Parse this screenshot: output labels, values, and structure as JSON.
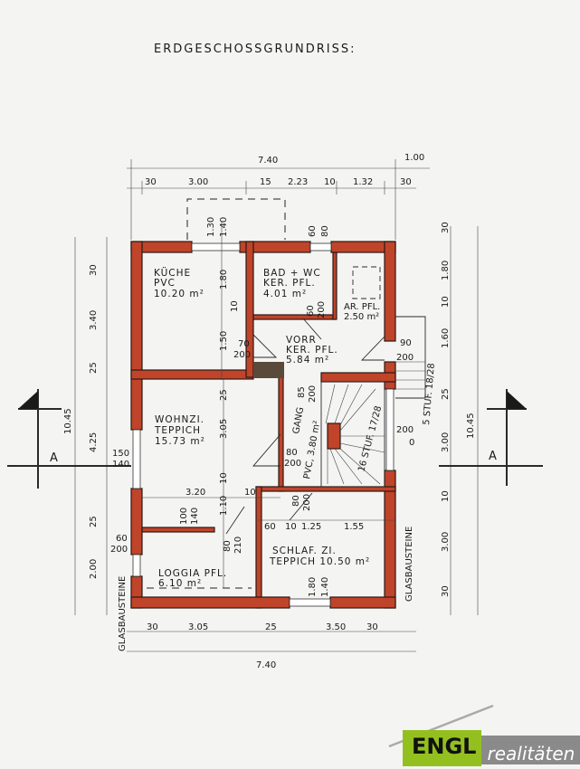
{
  "title": "ERDGESCHOSSGRUNDRISS:",
  "rooms": {
    "kueche": [
      "KÜCHE",
      "PVC",
      "10.20 m²"
    ],
    "bad": [
      "BAD + WC",
      "KER. PFL.",
      "4.01 m²"
    ],
    "abstellraum": [
      "AR. PFL.",
      "2.50 m²"
    ],
    "vorraum": [
      "VORR",
      "KER. PFL.",
      "5.84 m²"
    ],
    "wohnzimmer": [
      "WOHNZI.",
      "TEPPICH",
      "15.73 m²"
    ],
    "gang": [
      "GANG",
      "PVC, 3.80 m²"
    ],
    "schlafzimmer": [
      "SCHLAF. ZI.",
      "TEPPICH 10.50 m²"
    ],
    "loggia": [
      "LOGGIA PFL.",
      "6.10 m²"
    ]
  },
  "stairs": {
    "main": "16 STUF. 17/28",
    "outside": "5 STUF. 18/28"
  },
  "glass_label": "GLASBAUSTEINE",
  "section_mark": "A",
  "dims": {
    "top_total": "7.40",
    "top_extra": "1.00",
    "top": [
      "30",
      "3.00",
      "15",
      "2.23",
      "10",
      "1.32",
      "30"
    ],
    "bottom": [
      "30",
      "3.05",
      "25",
      "3.50",
      "30"
    ],
    "bottom_total": "7.40",
    "left": [
      "30",
      "3.40",
      "25",
      "4.25",
      "25",
      "2.00"
    ],
    "left_total": "10.45",
    "right": [
      "30",
      "1.80",
      "10",
      "1.60",
      "25",
      "3.00",
      "10",
      "3.00",
      "30"
    ],
    "right_total": "10.45",
    "inner": {
      "win_k": [
        "1.30",
        "1.40"
      ],
      "win_b": [
        "60",
        "80"
      ],
      "k_v": [
        "1.80",
        "10",
        "1.50"
      ],
      "door_k": [
        "70",
        "200"
      ],
      "door_b": [
        "60",
        "200"
      ],
      "door_ar": [
        "90",
        "200"
      ],
      "door_w": [
        "80",
        "200"
      ],
      "gang_d": [
        "85",
        "200"
      ],
      "w_v": [
        "25",
        "3.05",
        "10",
        "1.10"
      ],
      "w_h": [
        "3.20",
        "10"
      ],
      "win_w": [
        "150",
        "140"
      ],
      "win_l": [
        "60",
        "200"
      ],
      "win_lg": [
        "100",
        "140"
      ],
      "door_lg": [
        "80",
        "210"
      ],
      "door_s": [
        "80",
        "200"
      ],
      "s_h": [
        "60",
        "10",
        "1.25",
        "1.55"
      ],
      "win_s": [
        "1.80",
        "1.40"
      ],
      "door_out": [
        "200",
        "0"
      ]
    }
  },
  "logo": {
    "brand": "ENGL",
    "suffix": "realitäten",
    "green": "#93c01f",
    "grey": "#8a8a8a"
  },
  "colors": {
    "wall": "#c0442a"
  }
}
